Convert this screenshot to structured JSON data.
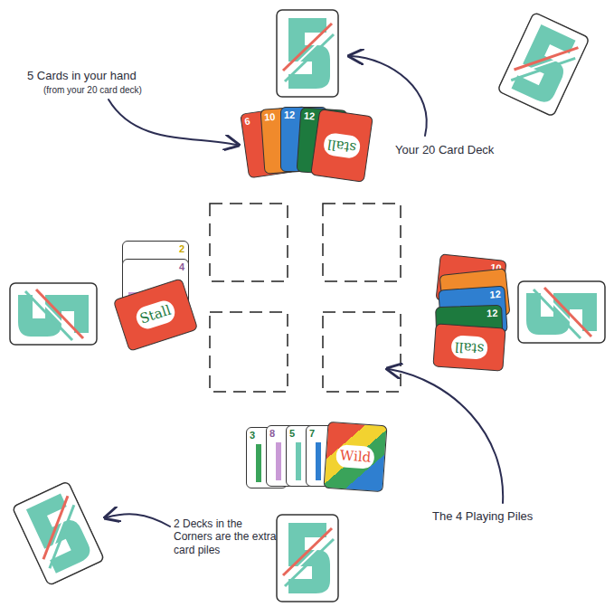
{
  "diagram": {
    "nodes": [
      {
        "text": [
          "6"
        ]
      },
      {
        "text": [
          "10"
        ]
      },
      {
        "text": [
          "12"
        ]
      },
      {
        "text": [
          "12"
        ]
      },
      {
        "text": [
          "stall"
        ]
      },
      {
        "text": [
          "2"
        ]
      },
      {
        "text": [
          "4"
        ]
      },
      {
        "text": [
          "Stall"
        ]
      },
      {
        "text": [
          "10"
        ]
      },
      {
        "text": [
          "12"
        ]
      },
      {
        "text": [
          "12"
        ]
      },
      {
        "text": [
          "stall"
        ]
      },
      {
        "text": [
          "3"
        ]
      },
      {
        "text": [
          "8"
        ]
      },
      {
        "text": [
          "5"
        ]
      },
      {
        "text": [
          "7"
        ]
      },
      {
        "text": [
          "Wild"
        ]
      }
    ],
    "labels": [
      "5 Cards in your hand",
      "(from your 20 card deck)",
      "Your 20 Card Deck",
      "The 4 Playing Piles",
      "2 Decks in the Corners are the extra card piles"
    ]
  }
}
